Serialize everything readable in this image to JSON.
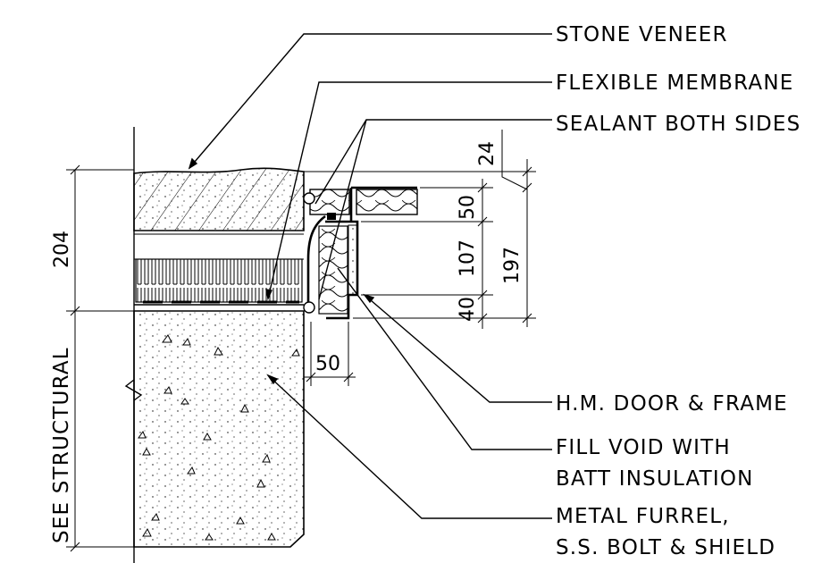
{
  "labels": {
    "stone_veneer": "STONE VENEER",
    "flexible_membrane": "FLEXIBLE MEMBRANE",
    "sealant_both_sides": "SEALANT BOTH SIDES",
    "hm_door_frame": "H.M. DOOR & FRAME",
    "fill_void_line1": "FILL VOID WITH",
    "fill_void_line2": "BATT INSULATION",
    "metal_furrel_line1": "METAL FURREL,",
    "metal_furrel_line2": "S.S. BOLT & SHIELD",
    "see_structural": "SEE STRUCTURAL"
  },
  "dimensions": {
    "d204": "204",
    "d24": "24",
    "d50_top": "50",
    "d107": "107",
    "d40": "40",
    "d197": "197",
    "d50_bottom": "50"
  }
}
